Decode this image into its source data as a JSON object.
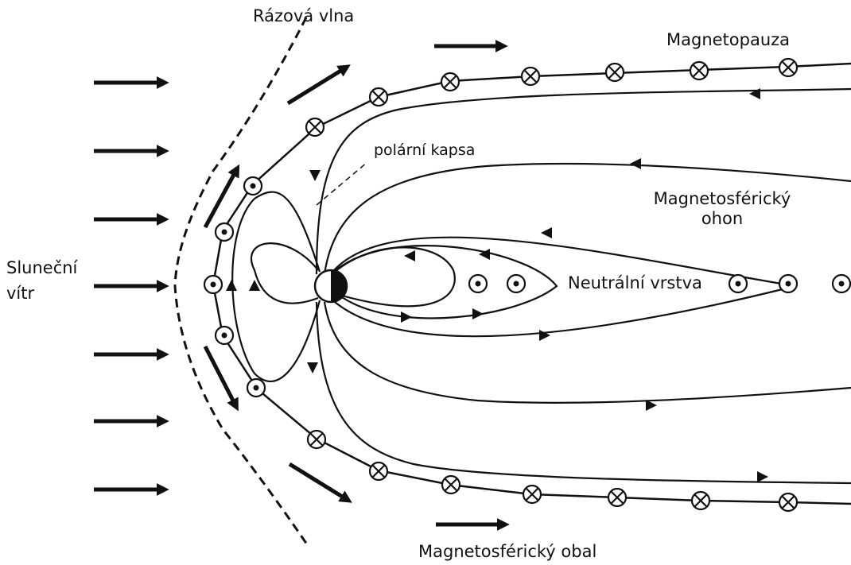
{
  "labels": {
    "bow_shock": "Rázová vlna",
    "magnetopause": "Magnetopauza",
    "polar_cusp": "polární kapsa",
    "magnetotail": "Magnetosférický ohon",
    "solar_wind": "Sluneční vítr",
    "neutral_sheet": "Neutrální vrstva",
    "magnetosheath": "Magnetosférický obal"
  },
  "colors": {
    "ink": "#111111",
    "background": "#ffffff"
  },
  "icons": {
    "field_into_page": "circled-cross-icon",
    "field_out_of_page": "circled-dot-icon",
    "earth": "earth-half-lit-icon"
  }
}
